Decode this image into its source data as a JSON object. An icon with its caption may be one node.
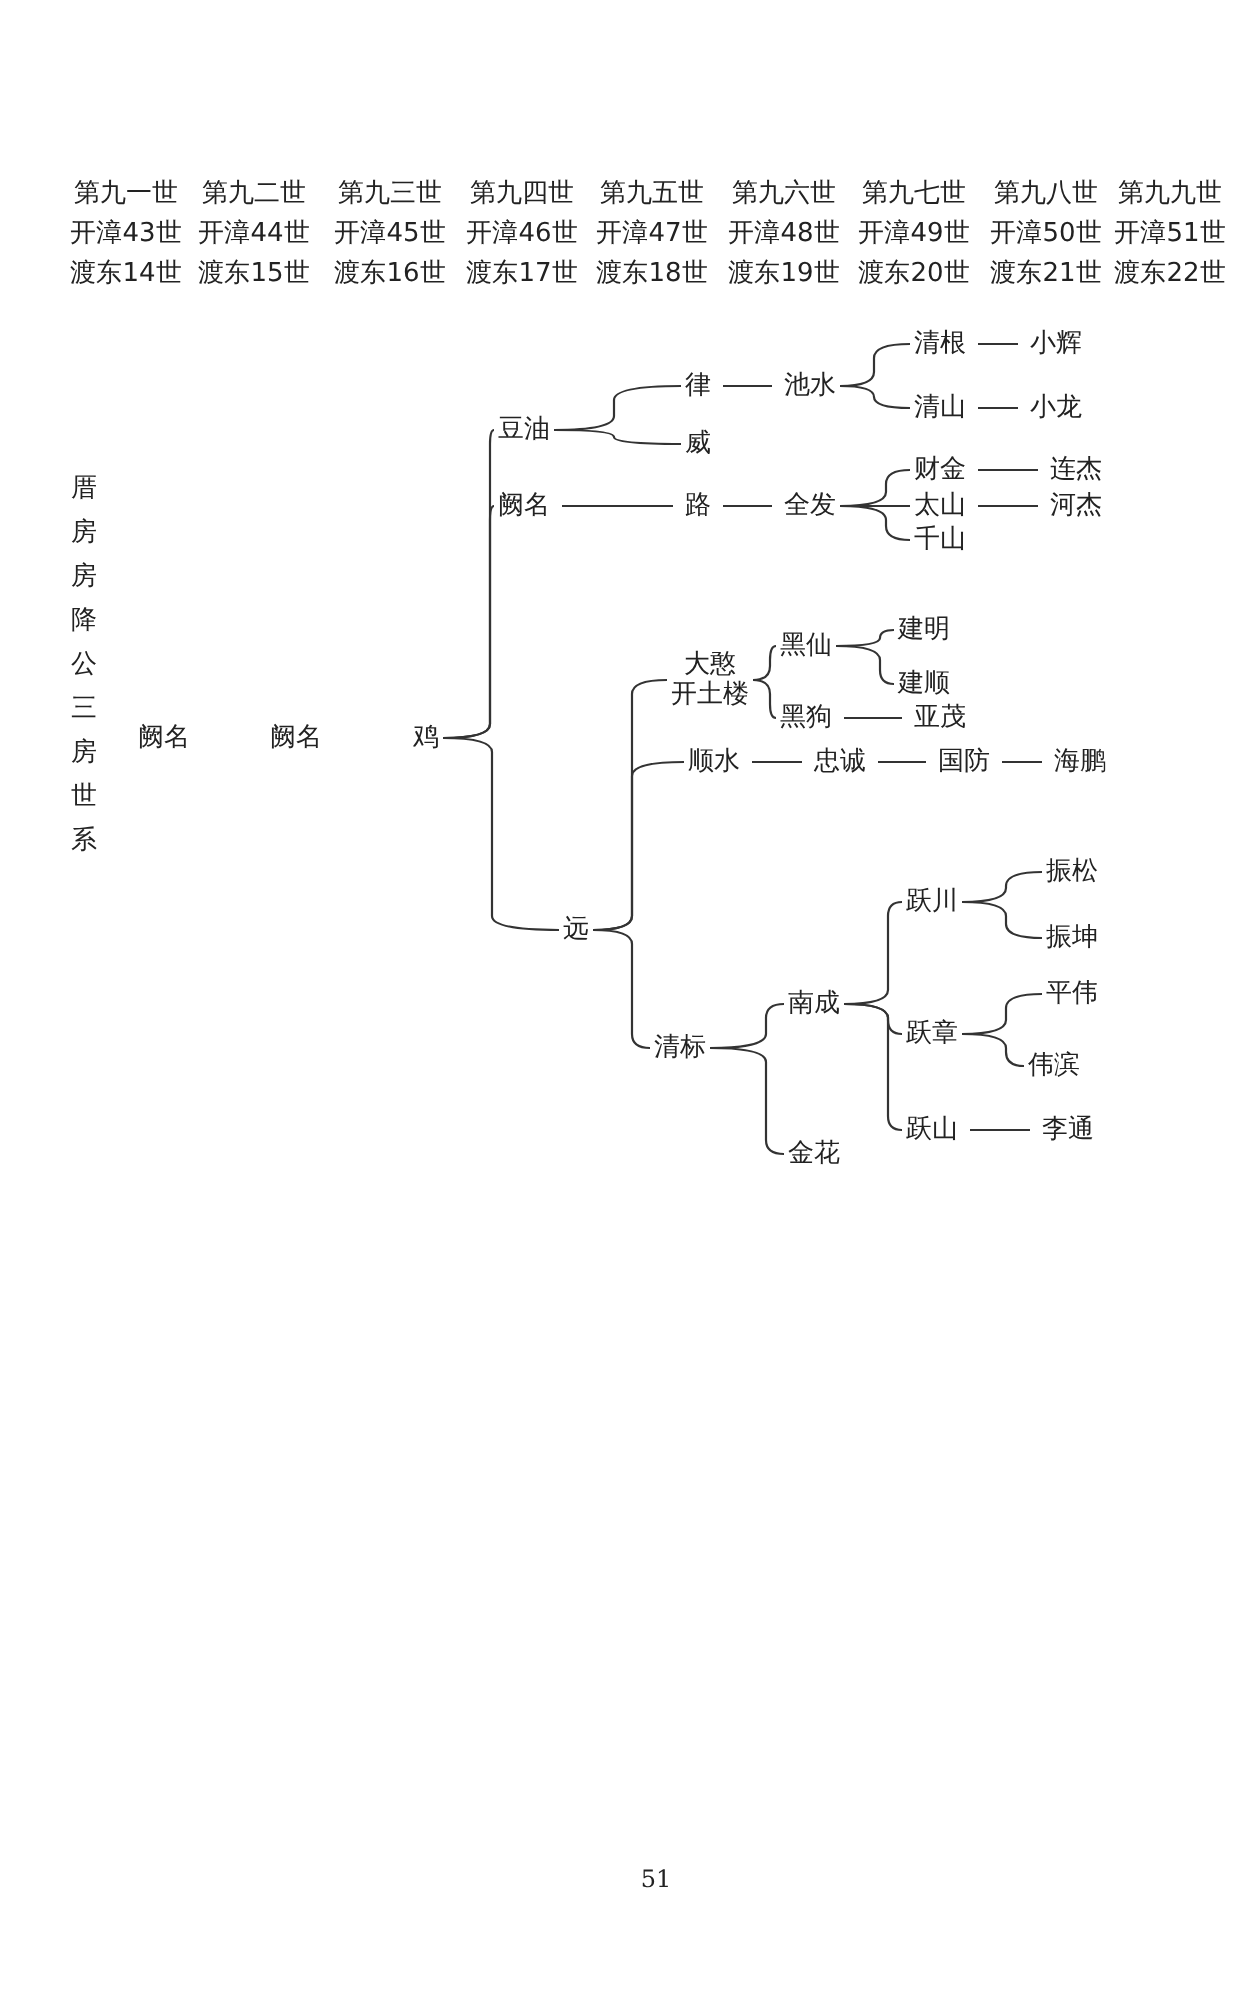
{
  "diagram": {
    "nodes": [
      {
        "text": [
          "鸡"
        ]
      },
      {
        "text": [
          "豆油"
        ]
      },
      {
        "text": [
          "阙名"
        ]
      },
      {
        "text": [
          "远"
        ]
      },
      {
        "text": [
          "律"
        ]
      },
      {
        "text": [
          "威"
        ]
      },
      {
        "text": [
          "路"
        ]
      },
      {
        "text": [
          "池水"
        ]
      },
      {
        "text": [
          "全发"
        ]
      },
      {
        "text": [
          "清根"
        ]
      },
      {
        "text": [
          "清山"
        ]
      },
      {
        "text": [
          "小辉"
        ]
      },
      {
        "text": [
          "小龙"
        ]
      },
      {
        "text": [
          "财金"
        ]
      },
      {
        "text": [
          "太山"
        ]
      },
      {
        "text": [
          "千山"
        ]
      },
      {
        "text": [
          "连杰"
        ]
      },
      {
        "text": [
          "河杰"
        ]
      },
      {
        "text": [
          "大憨",
          "开土楼"
        ]
      },
      {
        "text": [
          "顺水"
        ]
      },
      {
        "text": [
          "清标"
        ]
      },
      {
        "text": [
          "黑仙"
        ]
      },
      {
        "text": [
          "黑狗"
        ]
      },
      {
        "text": [
          "建明"
        ]
      },
      {
        "text": [
          "建顺"
        ]
      },
      {
        "text": [
          "亚茂"
        ]
      },
      {
        "text": [
          "忠诚"
        ]
      },
      {
        "text": [
          "国防"
        ]
      },
      {
        "text": [
          "海鹏"
        ]
      },
      {
        "text": [
          "南成"
        ]
      },
      {
        "text": [
          "金花"
        ]
      },
      {
        "text": [
          "跃川"
        ]
      },
      {
        "text": [
          "跃章"
        ]
      },
      {
        "text": [
          "跃山"
        ]
      },
      {
        "text": [
          "振松"
        ]
      },
      {
        "text": [
          "振坤"
        ]
      },
      {
        "text": [
          "平伟"
        ]
      },
      {
        "text": [
          "伟滨"
        ]
      },
      {
        "text": [
          "李通"
        ]
      }
    ],
    "edges": [
      {
        "from": 0,
        "to": 1,
        "arrow": "none"
      },
      {
        "from": 0,
        "to": 2,
        "arrow": "none"
      },
      {
        "from": 0,
        "to": 3,
        "arrow": "none"
      },
      {
        "from": 1,
        "to": 4,
        "arrow": "none"
      },
      {
        "from": 1,
        "to": 5,
        "arrow": "none"
      },
      {
        "from": 2,
        "to": 6,
        "arrow": "none"
      },
      {
        "from": 4,
        "to": 7,
        "arrow": "none"
      },
      {
        "from": 6,
        "to": 8,
        "arrow": "none"
      },
      {
        "from": 7,
        "to": 9,
        "arrow": "none"
      },
      {
        "from": 7,
        "to": 10,
        "arrow": "none"
      },
      {
        "from": 9,
        "to": 11,
        "arrow": "none"
      },
      {
        "from": 10,
        "to": 12,
        "arrow": "none"
      },
      {
        "from": 8,
        "to": 13,
        "arrow": "none"
      },
      {
        "from": 8,
        "to": 14,
        "arrow": "none"
      },
      {
        "from": 8,
        "to": 15,
        "arrow": "none"
      },
      {
        "from": 13,
        "to": 16,
        "arrow": "none"
      },
      {
        "from": 14,
        "to": 17,
        "arrow": "none"
      },
      {
        "from": 3,
        "to": 18,
        "arrow": "none"
      },
      {
        "from": 3,
        "to": 19,
        "arrow": "none"
      },
      {
        "from": 3,
        "to": 20,
        "arrow": "none"
      },
      {
        "from": 18,
        "to": 21,
        "arrow": "none"
      },
      {
        "from": 18,
        "to": 22,
        "arrow": "none"
      },
      {
        "from": 21,
        "to": 23,
        "arrow": "none"
      },
      {
        "from": 21,
        "to": 24,
        "arrow": "none"
      },
      {
        "from": 22,
        "to": 25,
        "arrow": "none"
      },
      {
        "from": 19,
        "to": 26,
        "arrow": "none"
      },
      {
        "from": 26,
        "to": 27,
        "arrow": "none"
      },
      {
        "from": 27,
        "to": 28,
        "arrow": "none"
      },
      {
        "from": 20,
        "to": 29,
        "arrow": "none"
      },
      {
        "from": 20,
        "to": 30,
        "arrow": "none"
      },
      {
        "from": 29,
        "to": 31,
        "arrow": "none"
      },
      {
        "from": 29,
        "to": 32,
        "arrow": "none"
      },
      {
        "from": 29,
        "to": 33,
        "arrow": "none"
      },
      {
        "from": 31,
        "to": 34,
        "arrow": "none"
      },
      {
        "from": 31,
        "to": 35,
        "arrow": "none"
      },
      {
        "from": 32,
        "to": 36,
        "arrow": "none"
      },
      {
        "from": 32,
        "to": 37,
        "arrow": "none"
      },
      {
        "from": 33,
        "to": 38,
        "arrow": "none"
      }
    ],
    "labels": [
      "第九一世",
      "第九二世",
      "第九三世",
      "第九四世",
      "第九五世",
      "第九六世",
      "第九七世",
      "第九八世",
      "第九九世",
      "开漳43世",
      "开漳44世",
      "开漳45世",
      "开漳46世",
      "开漳47世",
      "开漳48世",
      "开漳49世",
      "开漳50世",
      "开漳51世",
      "渡东14世",
      "渡东15世",
      "渡东16世",
      "渡东17世",
      "渡东18世",
      "渡东19世",
      "渡东20世",
      "渡东21世",
      "渡东22世",
      "厝房房降公三房世系",
      "阙名",
      "阙名",
      "51"
    ]
  }
}
